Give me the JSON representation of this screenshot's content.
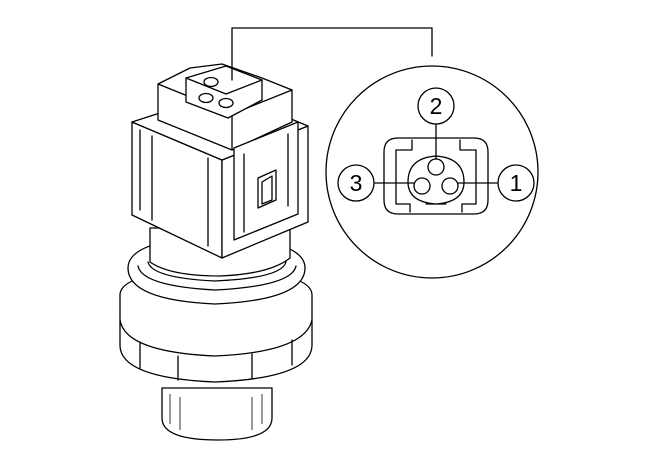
{
  "pins": [
    {
      "label": "1"
    },
    {
      "label": "2"
    },
    {
      "label": "3"
    }
  ],
  "colors": {
    "line": "#000000",
    "background": "#ffffff"
  }
}
